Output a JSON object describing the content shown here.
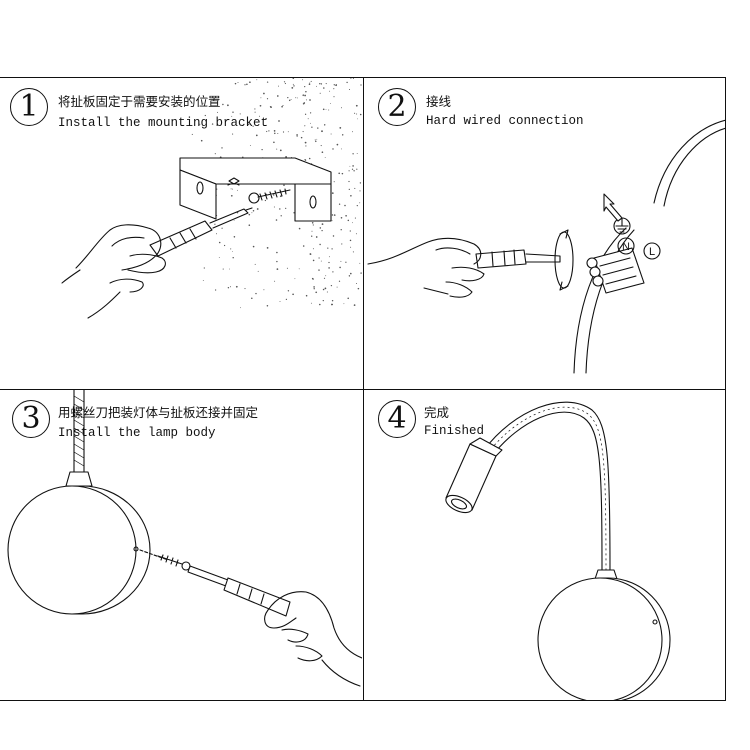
{
  "steps": [
    {
      "number": "1",
      "title_cn": "将扯板固定于需要安装的位置",
      "title_en": "Install the mounting bracket"
    },
    {
      "number": "2",
      "title_cn": "接线",
      "title_en": "Hard wired connection"
    },
    {
      "number": "3",
      "title_cn": "用螺丝刀把装灯体与扯板还接并固定",
      "title_en": "Install the lamp body"
    },
    {
      "number": "4",
      "title_cn": "完成",
      "title_en": "Finished"
    }
  ],
  "terminal_labels": [
    "N",
    "L"
  ],
  "icons": [
    "hand-icon",
    "screwdriver-icon",
    "screw-icon",
    "wall-dust-icon",
    "mounting-bracket-icon",
    "terminal-block-icon",
    "ground-symbol-icon",
    "rotation-arrow-icon",
    "insert-arrow-icon",
    "lamp-disc-icon",
    "gooseneck-arm-icon",
    "spotlight-head-icon"
  ]
}
